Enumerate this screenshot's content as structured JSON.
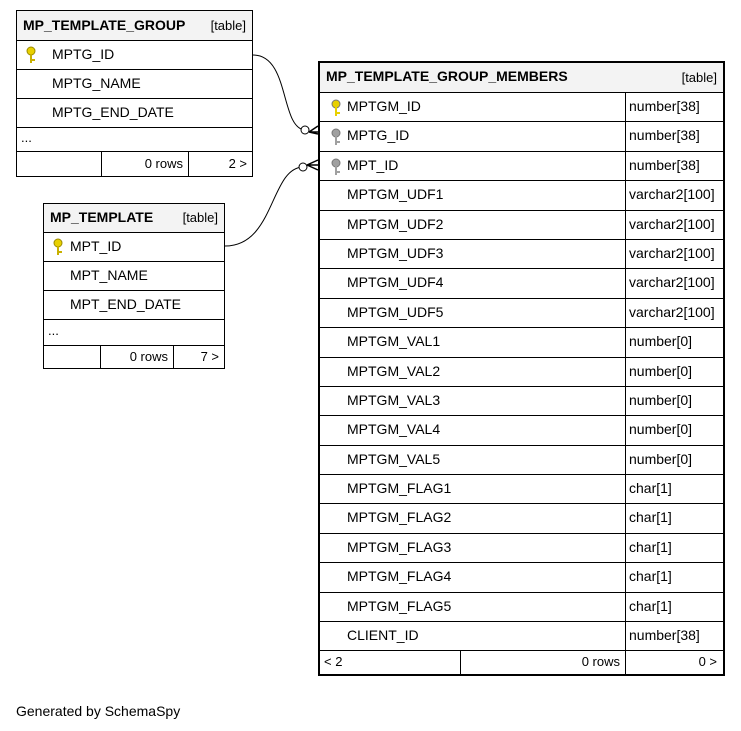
{
  "tables": {
    "group": {
      "name": "MP_TEMPLATE_GROUP",
      "type": "[table]",
      "columns": [
        {
          "name": "MPTG_ID",
          "key": "primary"
        },
        {
          "name": "MPTG_NAME",
          "key": ""
        },
        {
          "name": "MPTG_END_DATE",
          "key": ""
        }
      ],
      "ellipsis": "...",
      "footer": {
        "rows": "0 rows",
        "children": "2 >"
      }
    },
    "template": {
      "name": "MP_TEMPLATE",
      "type": "[table]",
      "columns": [
        {
          "name": "MPT_ID",
          "key": "primary"
        },
        {
          "name": "MPT_NAME",
          "key": ""
        },
        {
          "name": "MPT_END_DATE",
          "key": ""
        }
      ],
      "ellipsis": "...",
      "footer": {
        "rows": "0 rows",
        "children": "7 >"
      }
    },
    "members": {
      "name": "MP_TEMPLATE_GROUP_MEMBERS",
      "type": "[table]",
      "columns": [
        {
          "name": "MPTGM_ID",
          "type": "number[38]",
          "key": "primary"
        },
        {
          "name": "MPTG_ID",
          "type": "number[38]",
          "key": "foreign"
        },
        {
          "name": "MPT_ID",
          "type": "number[38]",
          "key": "foreign"
        },
        {
          "name": "MPTGM_UDF1",
          "type": "varchar2[100]",
          "key": ""
        },
        {
          "name": "MPTGM_UDF2",
          "type": "varchar2[100]",
          "key": ""
        },
        {
          "name": "MPTGM_UDF3",
          "type": "varchar2[100]",
          "key": ""
        },
        {
          "name": "MPTGM_UDF4",
          "type": "varchar2[100]",
          "key": ""
        },
        {
          "name": "MPTGM_UDF5",
          "type": "varchar2[100]",
          "key": ""
        },
        {
          "name": "MPTGM_VAL1",
          "type": "number[0]",
          "key": ""
        },
        {
          "name": "MPTGM_VAL2",
          "type": "number[0]",
          "key": ""
        },
        {
          "name": "MPTGM_VAL3",
          "type": "number[0]",
          "key": ""
        },
        {
          "name": "MPTGM_VAL4",
          "type": "number[0]",
          "key": ""
        },
        {
          "name": "MPTGM_VAL5",
          "type": "number[0]",
          "key": ""
        },
        {
          "name": "MPTGM_FLAG1",
          "type": "char[1]",
          "key": ""
        },
        {
          "name": "MPTGM_FLAG2",
          "type": "char[1]",
          "key": ""
        },
        {
          "name": "MPTGM_FLAG3",
          "type": "char[1]",
          "key": ""
        },
        {
          "name": "MPTGM_FLAG4",
          "type": "char[1]",
          "key": ""
        },
        {
          "name": "MPTGM_FLAG5",
          "type": "char[1]",
          "key": ""
        },
        {
          "name": "CLIENT_ID",
          "type": "number[38]",
          "key": ""
        }
      ],
      "footer": {
        "parents": "< 2",
        "rows": "0 rows",
        "children": "0 >"
      }
    }
  },
  "footer_text": "Generated by SchemaSpy",
  "colors": {
    "primary_key": "#e8d000",
    "foreign_key": "#a0a0a0",
    "header_bg": "#f3f3f3"
  }
}
